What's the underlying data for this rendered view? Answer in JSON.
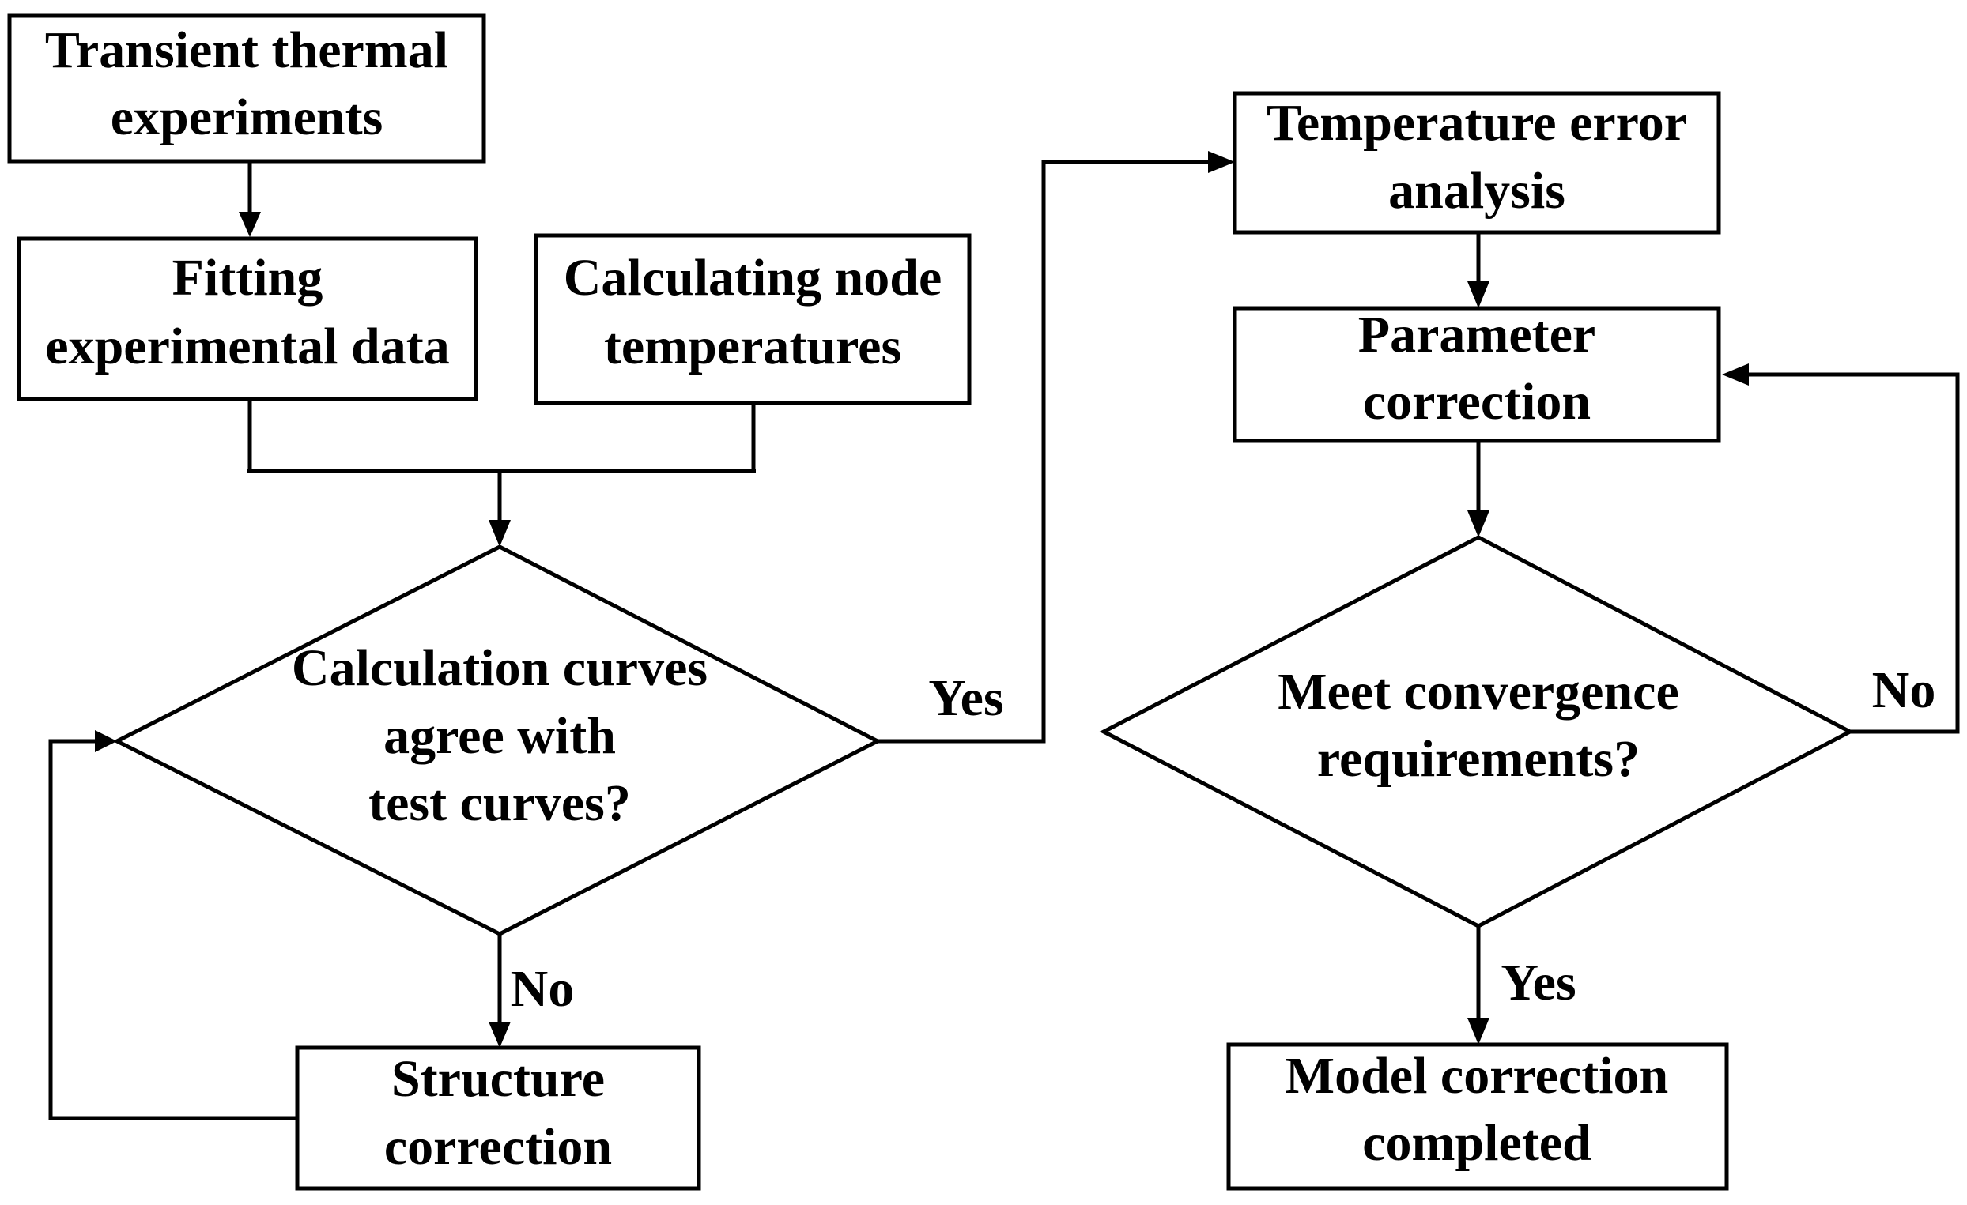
{
  "nodes": {
    "transient": {
      "line1": "Transient thermal",
      "line2": "experiments"
    },
    "fitting": {
      "line1": "Fitting",
      "line2": "experimental data"
    },
    "calculating": {
      "line1": "Calculating node",
      "line2": "temperatures"
    },
    "decision1": {
      "line1": "Calculation curves",
      "line2": "agree with",
      "line3": "test curves?"
    },
    "structure": {
      "line1": "Structure",
      "line2": "correction"
    },
    "temp_error": {
      "line1": "Temperature error",
      "line2": "analysis"
    },
    "parameter": {
      "line1": "Parameter",
      "line2": "correction"
    },
    "decision2": {
      "line1": "Meet convergence",
      "line2": "requirements?"
    },
    "model": {
      "line1": "Model correction",
      "line2": "completed"
    }
  },
  "labels": {
    "d1_yes": "Yes",
    "d1_no": "No",
    "d2_no": "No",
    "d2_yes": "Yes"
  }
}
